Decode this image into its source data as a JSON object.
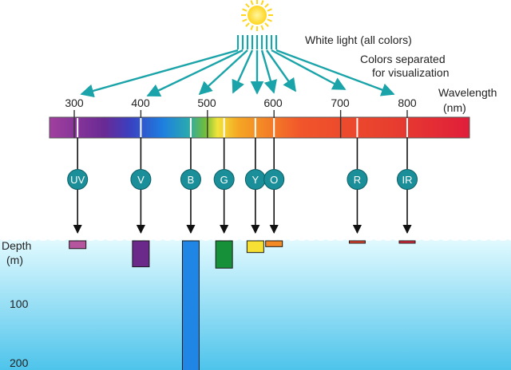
{
  "labels": {
    "white_light": "White light (all colors)",
    "separated_line1": "Colors separated",
    "separated_line2": "for visualization",
    "wavelength_line1": "Wavelength",
    "wavelength_line2": "(nm)",
    "depth_line1": "Depth",
    "depth_line2": "(m)"
  },
  "wavelength_ticks": [
    "300",
    "400",
    "500",
    "600",
    "700",
    "800"
  ],
  "depth_ticks": [
    "100",
    "200"
  ],
  "bands": [
    {
      "label": "UV",
      "wavelength": 305,
      "depth": 12,
      "color": "#b5559e"
    },
    {
      "label": "V",
      "wavelength": 400,
      "depth": 40,
      "color": "#6b2a8a"
    },
    {
      "label": "B",
      "wavelength": 475,
      "depth": 200,
      "color": "#1f86e6"
    },
    {
      "label": "G",
      "wavelength": 525,
      "depth": 42,
      "color": "#17903a"
    },
    {
      "label": "Y",
      "wavelength": 572,
      "depth": 18,
      "color": "#f5e033"
    },
    {
      "label": "O",
      "wavelength": 600,
      "depth": 9,
      "color": "#f38a23"
    },
    {
      "label": "R",
      "wavelength": 725,
      "depth": 2,
      "color": "#e8452c"
    },
    {
      "label": "IR",
      "wavelength": 800,
      "depth": 1,
      "color": "#e32a3d"
    }
  ],
  "colors": {
    "arrow": "#1aa3a8",
    "circle": "#1a8f99",
    "sun": "#ffd51e",
    "water_top": "#e2faff",
    "water_bottom": "#4ec4eb"
  }
}
